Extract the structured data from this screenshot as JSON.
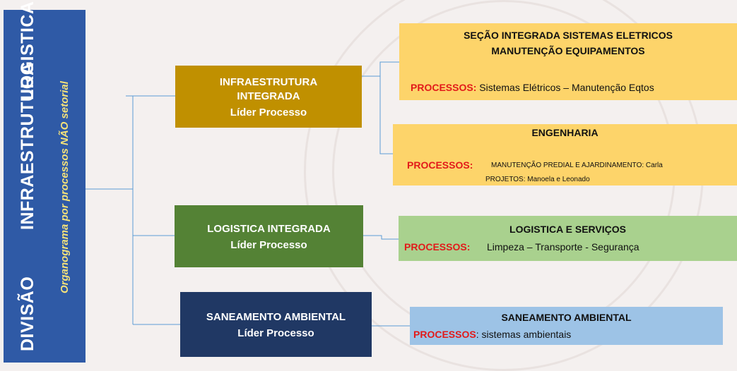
{
  "sidebar": {
    "division": "DIVISÃO",
    "infra": "INFRAESTRUTURA",
    "logistics": "LOGISTICA",
    "subtitle": "Organograma por processos NÃO setorial"
  },
  "leaders": [
    {
      "title": "INFRAESTRUTURA INTEGRADA",
      "sub": "Líder Processo",
      "color": "#c09000"
    },
    {
      "title": "LOGISTICA INTEGRADA",
      "sub": "Líder Processo",
      "color": "#548235"
    },
    {
      "title": "SANEAMENTO AMBIENTAL",
      "sub": "Líder Processo",
      "color": "#203864"
    }
  ],
  "processes": {
    "eletricos": {
      "title_1": "SEÇÃO INTEGRADA SISTEMAS ELETRICOS",
      "title_2": "MANUTENÇÃO EQUIPAMENTOS",
      "label": "PROCESSOS:",
      "text": "Sistemas Elétricos – Manutenção Eqtos",
      "color": "#fdd46a"
    },
    "engenharia": {
      "title": "ENGENHARIA",
      "label": "PROCESSOS:",
      "line_1": "MANUTENÇÃO PREDIAL  E AJARDINAMENTO:  Carla",
      "line_2": "PROJETOS: Manoela e Leonado",
      "color": "#fdd46a"
    },
    "logistica": {
      "title": "LOGISTICA E SERVIÇOS",
      "label": "PROCESSOS:",
      "text": "Limpeza – Transporte - Segurança",
      "color": "#a9d18e"
    },
    "saneamento": {
      "title": "SANEAMENTO AMBIENTAL",
      "label": "PROCESSOS",
      "text": ":  sistemas ambientais",
      "color": "#9dc3e6"
    }
  }
}
